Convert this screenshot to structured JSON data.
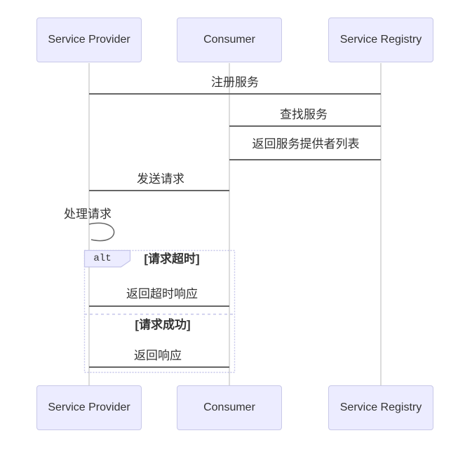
{
  "actors": {
    "provider": "Service Provider",
    "consumer": "Consumer",
    "registry": "Service Registry"
  },
  "messages": {
    "register": "注册服务",
    "lookup": "查找服务",
    "return_provider_list": "返回服务提供者列表",
    "send_request": "发送请求",
    "process_request": "处理请求",
    "return_timeout_response": "返回超时响应",
    "return_response": "返回响应"
  },
  "alt_block": {
    "label": "alt",
    "condition_timeout": "[请求超时]",
    "condition_success": "[请求成功]"
  },
  "colors": {
    "actor_fill": "#ECECFF",
    "actor_border": "#C8C8E8",
    "message_line": "#666666",
    "lifeline": "#D0D0D0",
    "alt_border": "#C5C5EA",
    "text": "#333333"
  }
}
